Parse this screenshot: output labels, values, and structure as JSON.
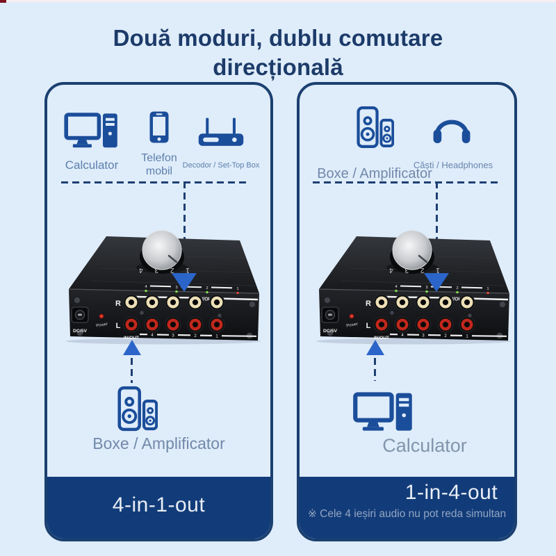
{
  "title": {
    "line1": "Două moduri, dublu comutare",
    "line2": "direcțională"
  },
  "left_panel": {
    "sources": [
      {
        "icon": "desktop-computer-icon",
        "label": "Calculator"
      },
      {
        "icon": "mobile-phone-icon",
        "label": "Telefon mobil"
      },
      {
        "icon": "set-top-box-icon",
        "label": "Decodor / Set-Top Box"
      }
    ],
    "destination_label": "Boxe / Amplificator",
    "mode_label": "4-in-1-out"
  },
  "right_panel": {
    "sources": [
      {
        "icon": "speakers-icon",
        "label": "Boxe / Amplificator"
      },
      {
        "icon": "headphones-icon",
        "label": "Căști / Headphones"
      }
    ],
    "destination_label": "Calculator",
    "mode_label": "1-in-4-out",
    "note": "※ Cele 4 ieșiri audio nu pot reda simultan"
  },
  "device": {
    "top_port_label": "IN/OUT",
    "front_port_label": "IN/OUT",
    "channel_right": "R",
    "channel_left": "L",
    "dc_label": "DC/5V",
    "power_label": "Power",
    "knob_numbers": "1 2 3 4",
    "port_numbers": [
      "4",
      "3",
      "2",
      "1"
    ]
  },
  "colors": {
    "background": "#dfecfa",
    "panel_border_navy": "#1b4070",
    "mode_bar_navy": "#123c79",
    "icon_blue": "#1b4e9a",
    "arrow_blue": "#2b65c9",
    "title_navy": "#1c3b69"
  }
}
